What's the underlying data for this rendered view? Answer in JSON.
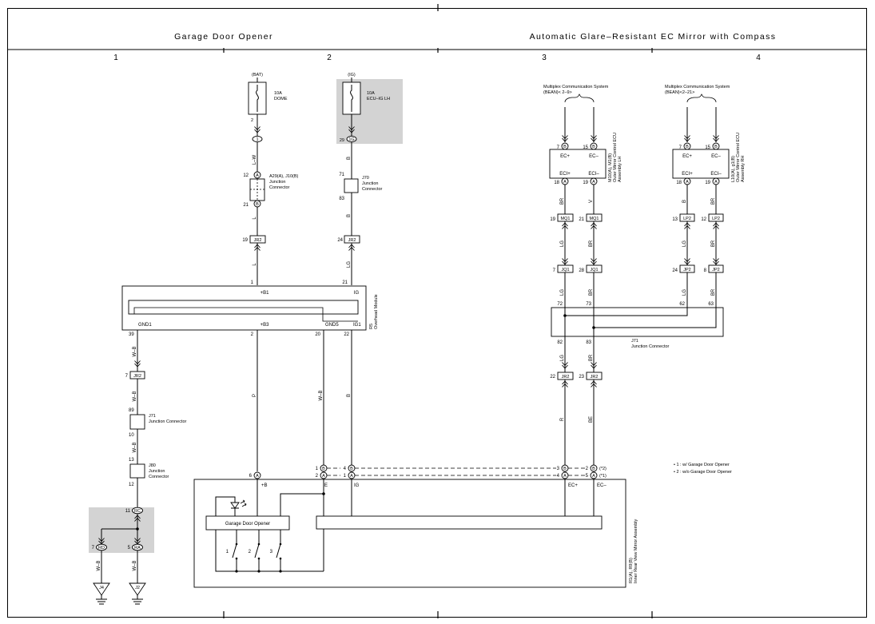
{
  "header": {
    "left_title": "Garage Door Opener",
    "right_title": "Automatic Glare–Resistant EC Mirror with Compass",
    "columns": [
      "1",
      "2",
      "3",
      "4"
    ]
  },
  "fuses": {
    "bat": {
      "source": "(BAT)",
      "rating": "10A",
      "name": "DOME",
      "pin_in": "2",
      "pin_conn": "1"
    },
    "ig": {
      "source": "(IG)",
      "rating": "10A",
      "name": "ECU–IG LH",
      "pin_in": "29",
      "pin_conn": "1G"
    }
  },
  "wire_colors": {
    "lw": "L–W",
    "l": "L",
    "b": "B",
    "lg": "LG",
    "br": "BR",
    "v": "V",
    "wb": "W–B",
    "p": "P",
    "r": "R",
    "be": "BE"
  },
  "connectors": {
    "a29": {
      "label1": "A29(A), J10(B)",
      "label2": "Junction",
      "label3": "Connector",
      "pin_a": "12",
      "pin_b": "21",
      "letter_a": "A",
      "letter_b": "B"
    },
    "j70": {
      "label1": "J70",
      "label2": "Junction",
      "label3": "Connector",
      "pin_top": "71",
      "pin_bot": "83"
    },
    "jr2": "JR2",
    "jr2_pins": {
      "a": "19",
      "b": "24",
      "c": "7",
      "d": "22",
      "e": "23"
    },
    "j71_left": {
      "label1": "J71",
      "label2": "Junction Connector",
      "pin_top": "89",
      "pin_bot": "10"
    },
    "j80": {
      "label1": "J80",
      "label2": "Junction",
      "label3": "Connector",
      "pin_top": "13",
      "pin_bot": "12"
    },
    "j71_right": {
      "label1": "J71",
      "label2": "Junction Connector",
      "pins_top": [
        "72",
        "73",
        "62",
        "63"
      ],
      "pins_bot": [
        "82",
        "83"
      ]
    },
    "mq1": "MQ1",
    "jq1": "JQ1",
    "lp2": "LP2",
    "mq1_pins": [
      "19",
      "21"
    ],
    "jq1_pins": [
      "7",
      "28"
    ],
    "lp2_pins": [
      "13",
      "12"
    ],
    "jp2": "JP2",
    "jp2_pins": [
      "24",
      "8"
    ],
    "rc": "RC",
    "rd": "RD",
    "ra": "RA",
    "rc_pin": "11",
    "rd_pin": "7",
    "ra_pin": "5"
  },
  "overhead_module": {
    "name": "R5",
    "desc": "Overhead Module",
    "top_pins": [
      {
        "num": "1",
        "label": "+B1"
      },
      {
        "num": "21",
        "label": "IG"
      }
    ],
    "bottom_pins": [
      {
        "num": "39",
        "label": "GND1"
      },
      {
        "num": "2",
        "label": "+B3"
      },
      {
        "num": "20",
        "label": "GND5"
      },
      {
        "num": "22",
        "label": "IG1"
      }
    ]
  },
  "mirror_ecu_left": {
    "line1": "Multiplex Communication System",
    "line2": "(BEAN)< 2–9>",
    "name": "M10(A), M1(B)",
    "desc1": "Outer Mirror Control ECU",
    "desc2": "Assembly LH",
    "pins_top": [
      {
        "num": "7",
        "letter": "B",
        "label": "EC+"
      },
      {
        "num": "15",
        "letter": "B",
        "label": "EC–"
      }
    ],
    "pins_bot": [
      {
        "num": "18",
        "letter": "A",
        "label": "ECI+"
      },
      {
        "num": "19",
        "letter": "A",
        "label": "ECI–"
      }
    ]
  },
  "mirror_ecu_right": {
    "line1": "Multiplex Communication System",
    "line2": "(BEAN)<2–21>",
    "name": "L10(A), g1(B)",
    "desc1": "Outer Mirror Control ECU",
    "desc2": "Assembly RH",
    "pins_top": [
      {
        "num": "7",
        "letter": "B",
        "label": "EC+"
      },
      {
        "num": "15",
        "letter": "B",
        "label": "EC–"
      }
    ],
    "pins_bot": [
      {
        "num": "18",
        "letter": "A",
        "label": "ECI+"
      },
      {
        "num": "19",
        "letter": "A",
        "label": "ECI–"
      }
    ]
  },
  "inner_mirror": {
    "name": "R1(A), R9(B)",
    "desc": "Inner Rear View Mirror Assembly",
    "module_label": "Garage Door Opener",
    "pins": {
      "plusb": "+B",
      "e": "E",
      "ig": "IG",
      "ecp": "EC+",
      "ecm": "EC–"
    },
    "switches": [
      "1",
      "2",
      "3"
    ],
    "pin_nums": {
      "pb": "6",
      "e_b": "1",
      "e_a": "2",
      "ig_b": "4",
      "ig_a": "1",
      "ecp_b": "3",
      "ecp_a": "4",
      "ecm_b": "2",
      "ecm_a": "5"
    },
    "letters": {
      "a": "A",
      "b": "B"
    },
    "marks": {
      "n2": "(*2)",
      "n1": "(*1)"
    }
  },
  "notes": [
    "• 1 : w/ Garage Door Opener",
    "• 2 : w/o Garage Door Opener"
  ],
  "grounds": [
    "J4",
    "J2"
  ]
}
